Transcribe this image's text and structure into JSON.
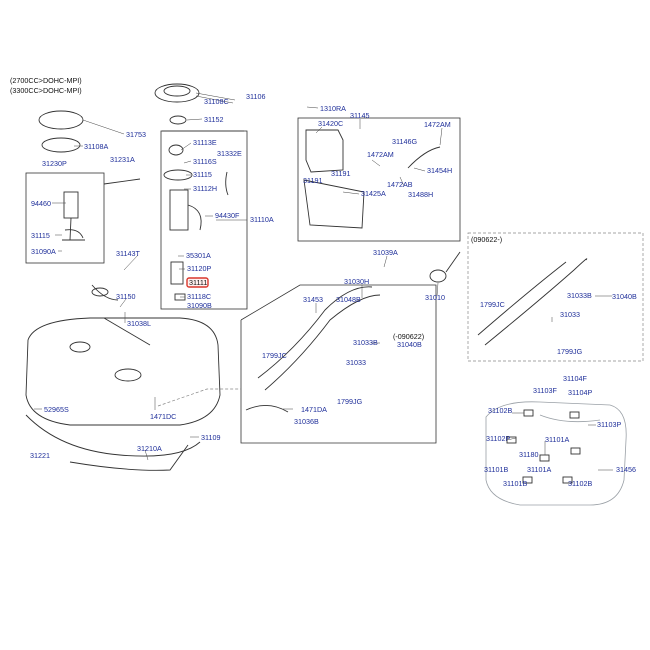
{
  "notes": {
    "engine_2700": "(2700CC>DOHC-MPI)",
    "engine_3300": "(3300CC>DOHC-MPI)",
    "variant_since": "(090622-)",
    "variant_until": "(-090622)"
  },
  "parts": {
    "p31106": "31106",
    "p31108C": "31108C",
    "p31152": "31152",
    "p31753": "31753",
    "p31108A": "31108A",
    "p31230P": "31230P",
    "p31231A": "31231A",
    "p94460": "94460",
    "p31115a": "31115",
    "p31090A": "31090A",
    "p31113E": "31113E",
    "p31116S": "31116S",
    "p31332E": "31332E",
    "p31115b": "31115",
    "p31112H": "31112H",
    "p94430F": "94430F",
    "p31110A": "31110A",
    "p35301A": "35301A",
    "p31120P": "31120P",
    "p31111": "31111",
    "p31118C": "31118C",
    "p31090B": "31090B",
    "p1310RA": "1310RA",
    "p31145": "31145",
    "p31420C": "31420C",
    "p1472AMa": "1472AM",
    "p31146G": "31146G",
    "p1472AMb": "1472AM",
    "p31454H": "31454H",
    "p31191a": "31191",
    "p31191b": "31191",
    "p1472AB": "1472AB",
    "p31488H": "31488H",
    "p31425A": "31425A",
    "p31143T": "31143T",
    "p31150": "31150",
    "p31038L": "31038L",
    "p52965S": "52965S",
    "p1471DC": "1471DC",
    "p31109": "31109",
    "p31210A": "31210A",
    "p31221": "31221",
    "p31039A": "31039A",
    "p31030H": "31030H",
    "p31010": "31010",
    "p31453": "31453",
    "p31048B": "31048B",
    "p31033Ba": "31033B",
    "p31040Ba": "31040B",
    "p1799JCa": "1799JC",
    "p31033": "31033",
    "p1799JGa": "1799JG",
    "p1471DA": "1471DA",
    "p31036B": "31036B",
    "p31033Bb": "31033B",
    "p31040Bb": "31040B",
    "p1799JCb": "1799JC",
    "p31033c": "31033",
    "p1799JGb": "1799JG",
    "p31104F": "31104F",
    "p31103F": "31103F",
    "p31104P": "31104P",
    "p31102Ba": "31102B",
    "p31103P": "31103P",
    "p31102P": "31102P",
    "p31101Aa": "31101A",
    "p31180": "31180",
    "p31101Ba": "31101B",
    "p31101Ab": "31101A",
    "p31456": "31456",
    "p31101Bb": "31101B",
    "p31102Bb": "31102B"
  },
  "colors": {
    "label": "#1f2f9a",
    "line": "#333333",
    "highlight": "#d9362b"
  }
}
